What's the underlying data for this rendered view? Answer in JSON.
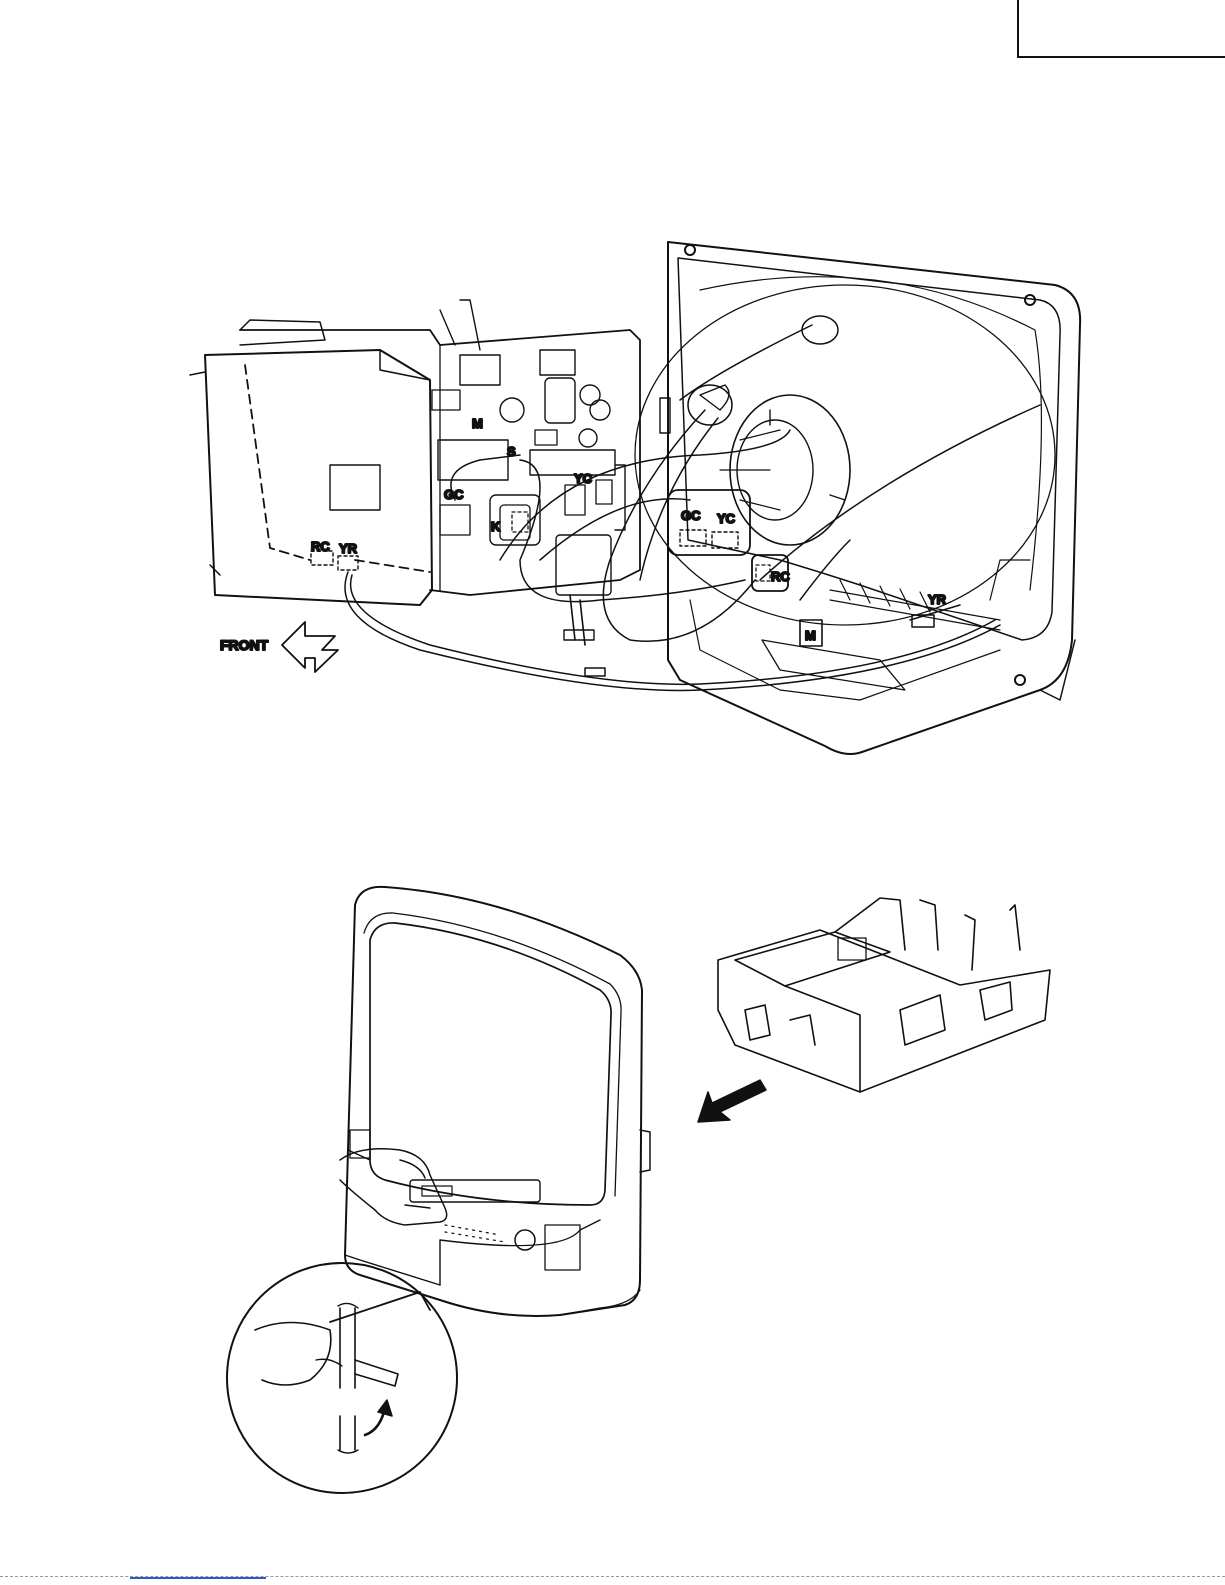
{
  "labels": {
    "m": "M",
    "s": "S",
    "yc": "YC",
    "gc": "GC",
    "k": "K",
    "rc": "RC",
    "yr": "YR",
    "front": "FRONT"
  },
  "icons": {
    "front_arrow": "arrow-left-icon",
    "remove_arrow": "arrow-down-left-icon",
    "rotate_arrow": "curved-arrow-icon"
  },
  "colors": {
    "line": "#111111",
    "background": "#ffffff",
    "footer_link": "#3355cc"
  }
}
